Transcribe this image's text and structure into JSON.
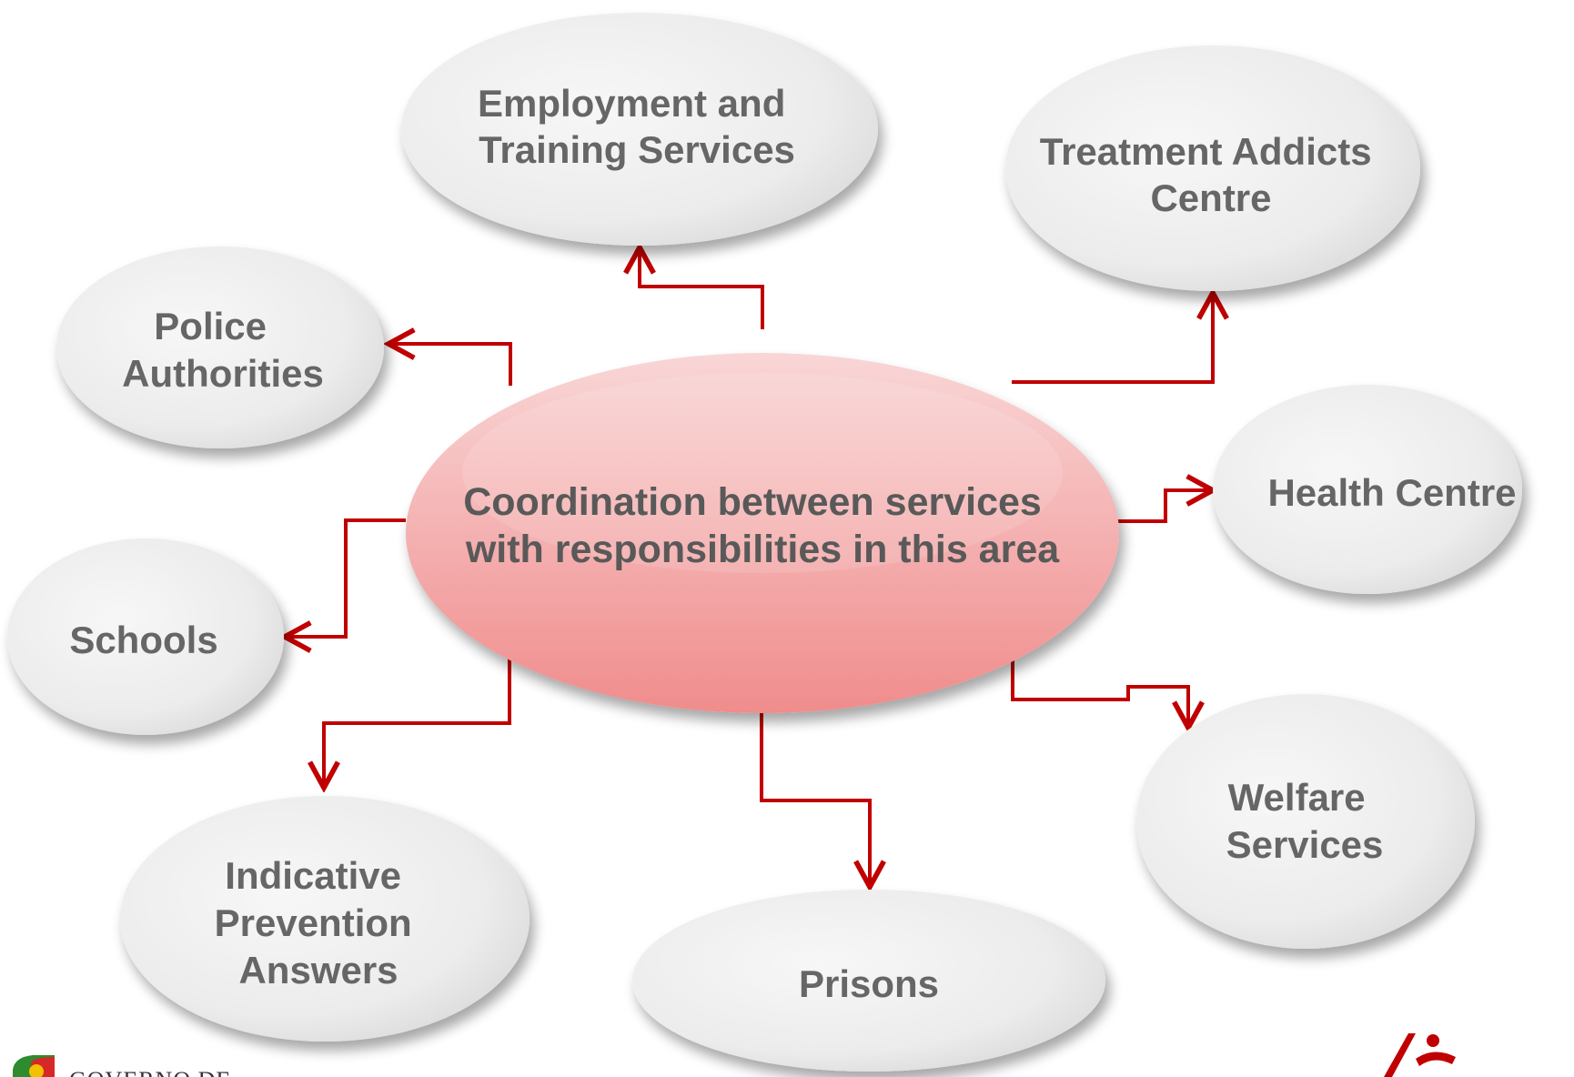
{
  "center": {
    "lines": [
      "Coordination between services",
      "with responsibilities in this area"
    ]
  },
  "nodes": [
    {
      "id": "employment",
      "lines": [
        "Employment and",
        "Training Services"
      ]
    },
    {
      "id": "treatment",
      "lines": [
        "Treatment Addicts",
        "Centre"
      ]
    },
    {
      "id": "police",
      "lines": [
        "Police",
        "Authorities"
      ]
    },
    {
      "id": "health",
      "lines": [
        "Health Centre"
      ]
    },
    {
      "id": "schools",
      "lines": [
        "Schools"
      ]
    },
    {
      "id": "welfare",
      "lines": [
        "Welfare",
        "Services"
      ]
    },
    {
      "id": "indicative",
      "lines": [
        "Indicative",
        "Prevention",
        "Answers"
      ]
    },
    {
      "id": "prisons",
      "lines": [
        "Prisons"
      ]
    }
  ],
  "footer": {
    "government_logo_text": "GOVERNO DE"
  },
  "colors": {
    "arrow": "#c00000",
    "node_fill": "#eeeeee",
    "center_fill_top": "#f8d4d4",
    "center_fill_bottom": "#f19090",
    "text": "#666666"
  }
}
